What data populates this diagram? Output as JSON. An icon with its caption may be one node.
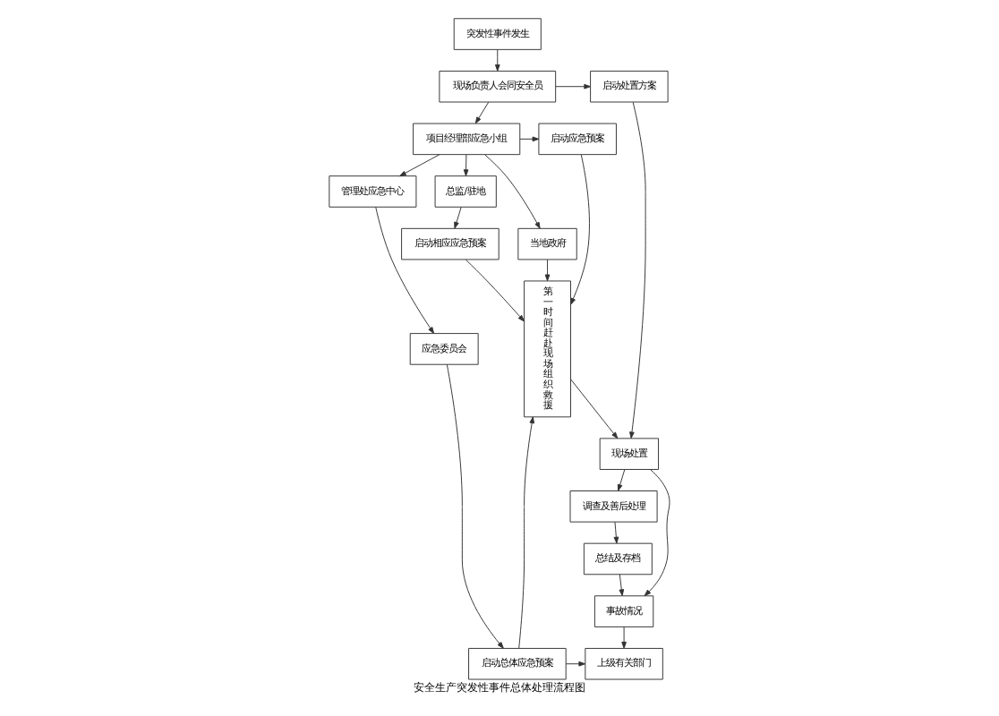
{
  "diagram": {
    "caption": "安全生产突发性事件总体处理流程图",
    "nodes": [
      {
        "text": [
          "突发性事件发生"
        ]
      },
      {
        "text": [
          "现场负责人会同安全员"
        ]
      },
      {
        "text": [
          "启动处置方案"
        ]
      },
      {
        "text": [
          "项目经理部应急小组"
        ]
      },
      {
        "text": [
          "启动应急预案"
        ]
      },
      {
        "text": [
          "第一时间赶赴现场组织救援"
        ]
      },
      {
        "text": [
          "现场处置"
        ]
      },
      {
        "text": [
          "当地政府"
        ]
      },
      {
        "text": [
          "管理处应急中心"
        ]
      },
      {
        "text": [
          "总监/驻地"
        ]
      },
      {
        "text": [
          "调查及善后处理"
        ]
      },
      {
        "text": [
          "应急委员会"
        ]
      },
      {
        "text": [
          "启动相应应急预案"
        ]
      },
      {
        "text": [
          "上级有关部门"
        ]
      },
      {
        "text": [
          "启动总体应急预案"
        ]
      },
      {
        "text": [
          "总结及存档"
        ]
      },
      {
        "text": [
          "事故情况"
        ]
      }
    ],
    "edges": [
      {
        "from": 0,
        "to": 1,
        "arrow": "to"
      },
      {
        "from": 1,
        "to": 2,
        "arrow": "to"
      },
      {
        "from": 1,
        "to": 3,
        "arrow": "to"
      },
      {
        "from": 3,
        "to": 4,
        "arrow": "to"
      },
      {
        "from": 3,
        "to": 7,
        "arrow": "to"
      },
      {
        "from": 3,
        "to": 8,
        "arrow": "to"
      },
      {
        "from": 3,
        "to": 9,
        "arrow": "to"
      },
      {
        "from": 2,
        "to": 6,
        "arrow": "to"
      },
      {
        "from": 4,
        "to": 5,
        "arrow": "to"
      },
      {
        "from": 7,
        "to": 5,
        "arrow": "to"
      },
      {
        "from": 5,
        "to": 6,
        "arrow": "to"
      },
      {
        "from": 6,
        "to": 10,
        "arrow": "to"
      },
      {
        "from": 10,
        "to": 15,
        "arrow": "to"
      },
      {
        "from": 8,
        "to": 11,
        "arrow": "to"
      },
      {
        "from": 9,
        "to": 12,
        "arrow": "to"
      },
      {
        "from": 11,
        "to": 14,
        "arrow": "to"
      },
      {
        "from": 12,
        "to": 5,
        "arrow": "to"
      },
      {
        "from": 14,
        "to": 13,
        "arrow": "to"
      },
      {
        "from": 14,
        "to": 5,
        "arrow": "to"
      },
      {
        "from": 6,
        "to": 16,
        "arrow": "to"
      },
      {
        "from": 15,
        "to": 16,
        "arrow": "to"
      },
      {
        "from": 16,
        "to": 13,
        "arrow": "to"
      }
    ]
  }
}
